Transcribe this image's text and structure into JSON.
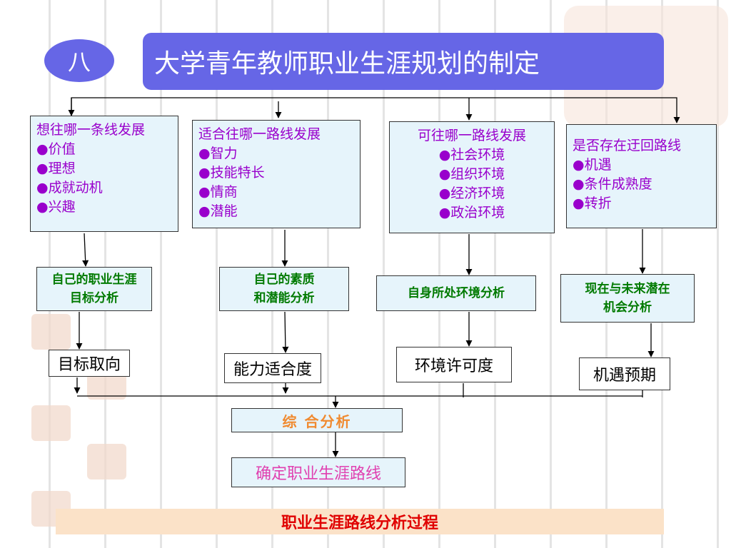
{
  "header": {
    "badge": "八",
    "title": "大学青年教师职业生涯规划的制定"
  },
  "factors": [
    {
      "heading": "想往哪一条线发展",
      "items": [
        "●价值",
        "●理想",
        "●成就动机",
        "●兴趣"
      ]
    },
    {
      "heading": "适合往哪一路线发展",
      "items": [
        "●智力",
        "●技能特长",
        "●情商",
        "●潜能"
      ]
    },
    {
      "heading": "可往哪一路线发展",
      "items": [
        "●社会环境",
        "●组织环境",
        "●经济环境",
        "●政治环境"
      ]
    },
    {
      "heading": "是否存在迂回路线",
      "items": [
        "●机遇",
        "●条件成熟度",
        "●转折"
      ]
    }
  ],
  "analyses": [
    {
      "line1": "自己的职业生涯",
      "line2": "目标分析"
    },
    {
      "line1": "自己的素质",
      "line2": "和潜能分析"
    },
    {
      "line1": "自身所处环境分析",
      "line2": ""
    },
    {
      "line1": "现在与未来潜在",
      "line2": "机会分析"
    }
  ],
  "results": [
    "目标取向",
    "能力适合度",
    "环境许可度",
    "机遇预期"
  ],
  "synthesis": "综 合分析",
  "decision": "确定职业生涯路线",
  "caption": "职业生涯路线分析过程",
  "colors": {
    "accent": "#6666e6",
    "box_fill": "#e6f4fb",
    "factor_text": "#9900cc",
    "analysis_text": "#007a00",
    "synthesis_text": "#f08a30",
    "decision_text": "#e040b0",
    "caption_text": "#e00000",
    "caption_fill": "#fbe2c8"
  }
}
